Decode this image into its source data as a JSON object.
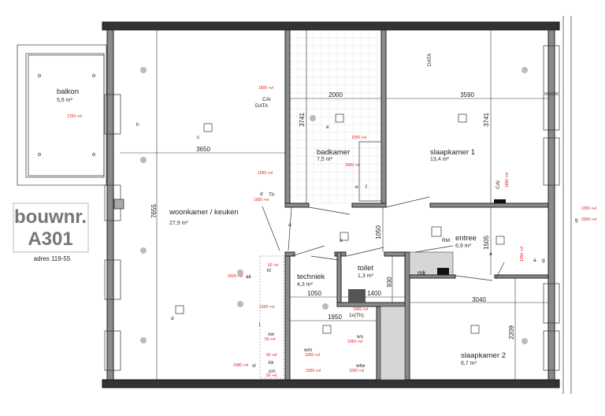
{
  "stamp": {
    "label": "bouwnr.",
    "number": "A301",
    "address": "adres 119-55"
  },
  "rooms": [
    {
      "name": "balkon",
      "area": "5,6 m²"
    },
    {
      "name": "woonkamer / keuken",
      "area": "27,9 m²"
    },
    {
      "name": "badkamer",
      "area": "7,5 m²"
    },
    {
      "name": "slaapkamer 1",
      "area": "13,4 m²"
    },
    {
      "name": "entree",
      "area": "6,9 m²"
    },
    {
      "name": "techniek",
      "area": "4,3 m²"
    },
    {
      "name": "toilet",
      "area": "1,3 m²"
    },
    {
      "name": "slaapkamer 2",
      "area": "6,7 m²"
    }
  ],
  "dimensions": [
    "3650",
    "7655",
    "2000",
    "3741",
    "3590",
    "3741",
    "1050",
    "1505",
    "930",
    "1400",
    "1050",
    "1950",
    "3040",
    "2209"
  ],
  "labels": {
    "cai": "CAI",
    "data": "DATA",
    "th": "Th",
    "rm": "RM",
    "mk": "mk",
    "one_x_th": "1x(Th)",
    "ws": "ws",
    "wm": "wm",
    "wtw": "wtw",
    "kt": "kt",
    "ak": "ak",
    "vw": "vw",
    "kk": "kk",
    "cm": "cm",
    "vl": "vl",
    "a": "a",
    "c": "c",
    "d": "d",
    "e": "e",
    "f": "f",
    "g": "g",
    "h": "h",
    "j": "j"
  },
  "heights": {
    "h2150": "2150 +vl",
    "h1800": "1800 +vl",
    "h1050": "1050 +vl",
    "h1500": "1500 +vl",
    "h1880": "1880 +vl",
    "h2000": "2000 +vl",
    "h1900": "1900 +vl",
    "h2620": "2620 +vl",
    "h50": "50 +vl",
    "h1200": "1200 +vl",
    "h2080": "2080 +vl"
  },
  "colors": {
    "wall": "#8a8a8a",
    "annotation_red": "#e02020",
    "stamp_text": "#777777"
  }
}
